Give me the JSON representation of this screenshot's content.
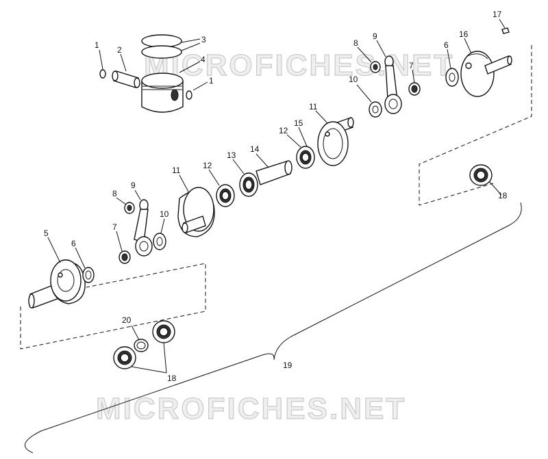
{
  "watermark": {
    "top": "MICROFICHES.NET",
    "bottom": "MICROFICHES.NET"
  },
  "callouts": {
    "c1a": "1",
    "c1b": "1",
    "c2": "2",
    "c3": "3",
    "c4": "4",
    "c5": "5",
    "c6a": "6",
    "c6b": "6",
    "c7a": "7",
    "c7b": "7",
    "c8a": "8",
    "c8b": "8",
    "c9a": "9",
    "c9b": "9",
    "c10a": "10",
    "c10b": "10",
    "c11a": "11",
    "c11b": "11",
    "c12a": "12",
    "c12b": "12",
    "c13": "13",
    "c14": "14",
    "c15": "15",
    "c16": "16",
    "c17": "17",
    "c18a": "18",
    "c18b": "18",
    "c19": "19",
    "c20": "20"
  }
}
